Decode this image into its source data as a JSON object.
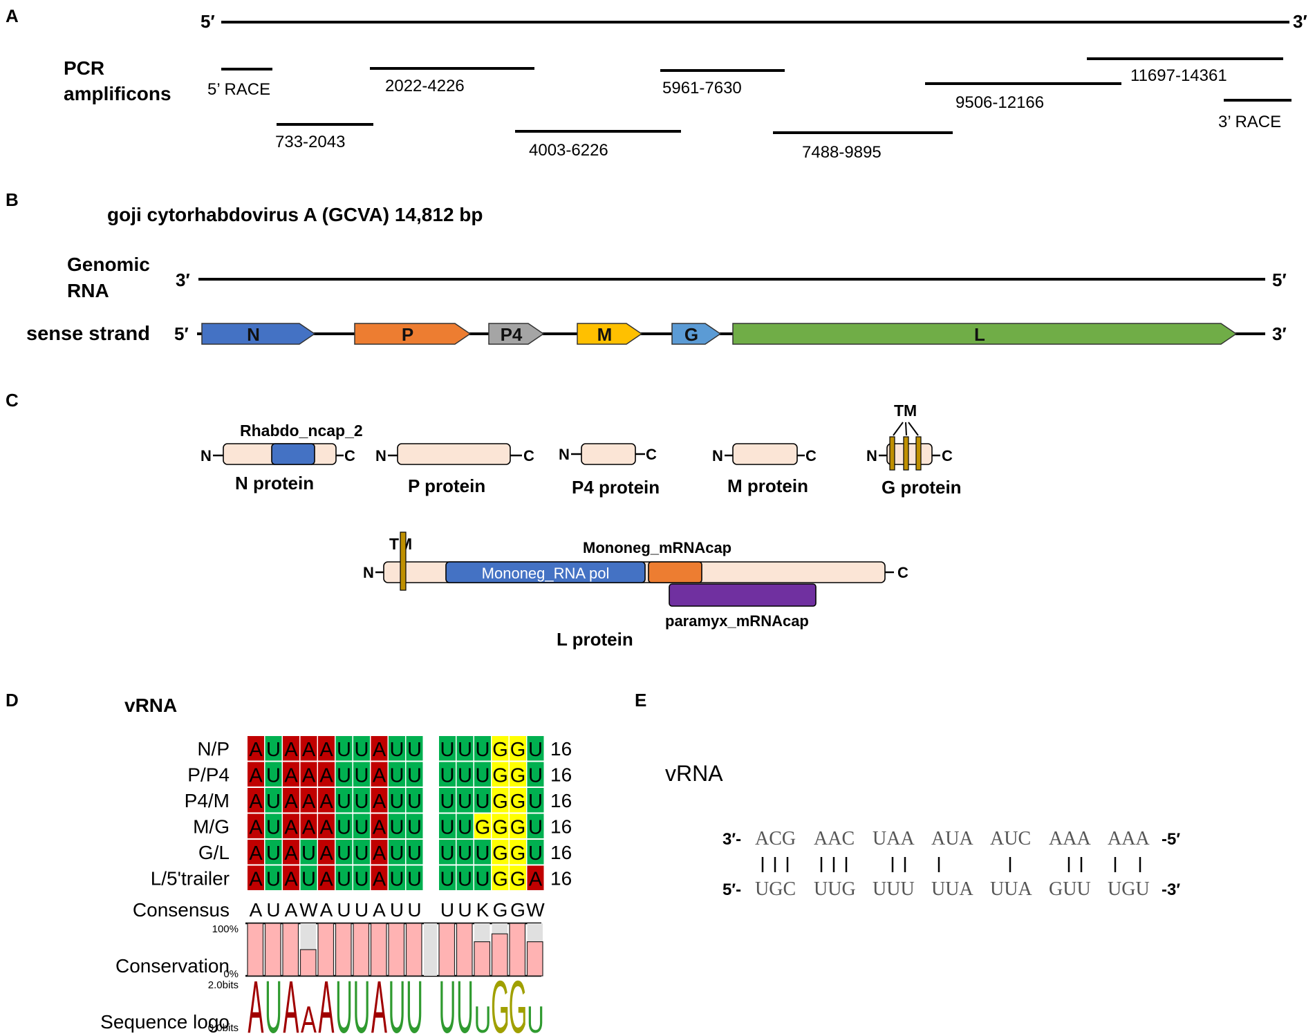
{
  "colors": {
    "N": "#4472c4",
    "P": "#ed7d31",
    "P4": "#a5a5a5",
    "M": "#ffc000",
    "G": "#5b9bd5",
    "L": "#70ad47",
    "pfam_ncap": "#4472c4",
    "pfam_pol": "#4472c4",
    "pfam_mrnacap": "#ed7d31",
    "pfam_paramyx": "#7030a0",
    "tm": "#bf9000",
    "protein_box": "#fbe5d6",
    "base_A": "#c00000",
    "base_U": "#00b050",
    "base_G": "#c9c900",
    "base_highlight_G": "#ffff00",
    "conservation_bar": "#ffb3b3",
    "conservation_gap": "#e0e0e0",
    "logo_A": "#a00000",
    "logo_U": "#2f9a2f",
    "logo_G": "#a0a000"
  },
  "panelA": {
    "label": "A",
    "end5": "5′",
    "end3": "3′",
    "title_line1": "PCR",
    "title_line2": "amplificons",
    "amplicons": [
      "5’ RACE",
      "733-2043",
      "2022-4226",
      "4003-6226",
      "5961-7630",
      "7488-9895",
      "9506-12166",
      "11697-14361",
      "3’ RACE"
    ]
  },
  "panelB": {
    "label": "B",
    "title": "goji cytorhabdovirus A (GCVA) 14,812 bp",
    "genomic_line1": "Genomic",
    "genomic_line2": "RNA",
    "genomic_end_left": "3′",
    "genomic_end_right": "5′",
    "sense_label": "sense strand",
    "sense_end_left": "5′",
    "sense_end_right": "3′",
    "genes": [
      "N",
      "P",
      "P4",
      "M",
      "G",
      "L"
    ]
  },
  "panelC": {
    "label": "C",
    "N_term": "N",
    "C_term": "C",
    "domain_ncap": "Rhabdo_ncap_2",
    "tm_label": "TM",
    "proteins": [
      "N protein",
      "P protein",
      "P4 protein",
      "M protein",
      "G protein"
    ],
    "L_protein": "L protein",
    "L_tm": "TM",
    "L_mrnacap": "Mononeg_mRNAcap",
    "L_pol": "Mononeg_RNA pol",
    "L_paramyx": "paramyx_mRNAcap"
  },
  "panelD": {
    "label": "D",
    "title": "vRNA",
    "rows": [
      {
        "name": "N/P",
        "seq1": "AUAAAUUAUU",
        "seq2": "UUUGGU",
        "count": "16"
      },
      {
        "name": "P/P4",
        "seq1": "AUAAAUUAUU",
        "seq2": "UUUGGU",
        "count": "16"
      },
      {
        "name": "P4/M",
        "seq1": "AUAAAUUAUU",
        "seq2": "UUUGGU",
        "count": "16"
      },
      {
        "name": "M/G",
        "seq1": "AUAAAUUAUU",
        "seq2": "UUGGGU",
        "count": "16"
      },
      {
        "name": "G/L",
        "seq1": "AUAUAUUAUU",
        "seq2": "UUUGGU",
        "count": "16"
      },
      {
        "name": "L/5'trailer",
        "seq1": "AUAUAUUAUU",
        "seq2": "UUUGGA",
        "count": "16"
      }
    ],
    "consensus_label": "Consensus",
    "consensus1": "AUAWAUUAUU",
    "consensus2": "UUKGGW",
    "conservation_label": "Conservation",
    "conservation_top": "100%",
    "conservation_bottom": "0%",
    "conservation1": [
      1,
      1,
      1,
      0.5,
      1,
      1,
      1,
      1,
      1,
      1
    ],
    "conservation2": [
      1,
      1,
      0.65,
      0.8,
      1,
      0.65
    ],
    "logo_label": "Sequence logo",
    "logo_top": "2.0bits",
    "logo_bottom": "0.0bits",
    "logo1": "AUAAAUUAUU",
    "logo2": "UUUGGU"
  },
  "panelE": {
    "label": "E",
    "title": "vRNA",
    "top_left": "3′-",
    "top_right": "-5′",
    "bottom_left": "5′-",
    "bottom_right": "-3′",
    "top_codons": [
      "ACG",
      "AAC",
      "UAA",
      "AUA",
      "AUC",
      "AAA",
      "AAA"
    ],
    "bottom_codons": [
      "UGC",
      "UUG",
      "UUU",
      "UUA",
      "UUA",
      "GUU",
      "UGU"
    ],
    "pairs": [
      "111",
      "111",
      "011",
      "100",
      "010",
      "011",
      "101"
    ]
  }
}
